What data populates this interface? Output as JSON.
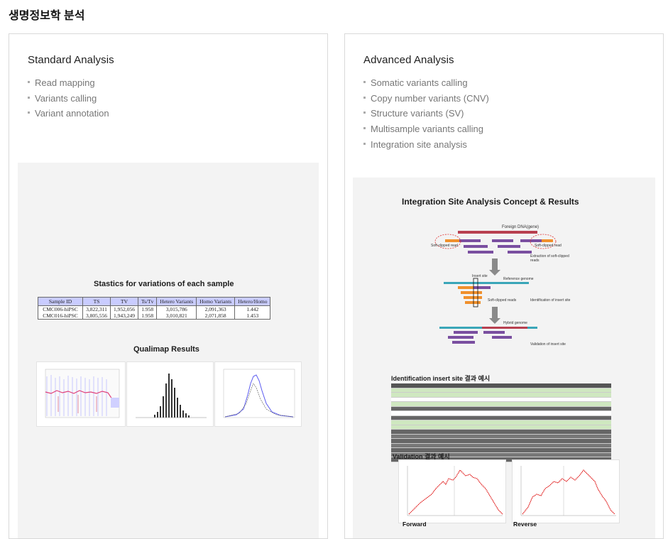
{
  "page": {
    "title": "생명정보학 분석"
  },
  "standard": {
    "title": "Standard Analysis",
    "items": [
      "Read mapping",
      "Variants calling",
      "Variant annotation"
    ],
    "stats_title": "Stastics for variations of each sample",
    "table": {
      "headers": [
        "Sample ID",
        "TS",
        "TV",
        "Ts/Tv",
        "Hetero Variants",
        "Homo Variants",
        "Hetero/Homo"
      ],
      "rows": [
        [
          "CMC006-hiPSC",
          "3,822,311",
          "1,952,056",
          "1.958",
          "3,015,786",
          "2,091,363",
          "1.442"
        ],
        [
          "CMC016-hiPSC",
          "3,805,556",
          "1,943,249",
          "1.958",
          "3,010,821",
          "2,071,858",
          "1.453"
        ]
      ]
    },
    "qualimap_title": "Qualimap Results"
  },
  "advanced": {
    "title": "Advanced Analysis",
    "items": [
      "Somatic variants calling",
      "Copy number variants (CNV)",
      "Structure variants (SV)",
      "Multisample variants calling",
      "Integration site analysis"
    ],
    "concept_title": "Integration Site Analysis Concept & Results",
    "diagram": {
      "foreign_dna": "Foreign DNA(gene)",
      "soft_left": "Soft-clipped read",
      "soft_right": "Soft-clipped read",
      "extraction": "Extraction of soft-clipped reads",
      "insert_site": "Insert site",
      "reference": "Reference genome",
      "soft_mid": "Soft-clipped reads",
      "identification": "Identification of insert site",
      "hybrid": "Hybrid genome",
      "validation": "Validation of insert site"
    },
    "ident_title": "Identification insert site 결과 예시",
    "validation_title": "Validation 결과 예시",
    "forward_label": "Forward",
    "reverse_label": "Reverse"
  }
}
